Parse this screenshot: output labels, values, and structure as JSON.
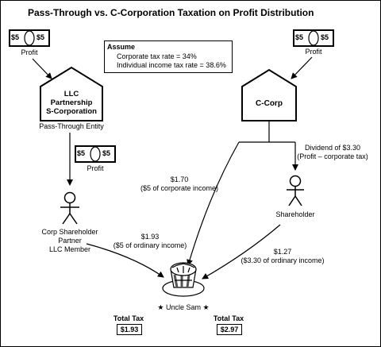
{
  "title": "Pass-Through vs. C-Corporation Taxation on Profit Distribution",
  "assume": {
    "heading": "Assume",
    "line1": "Corporate tax rate = 34%",
    "line2": "Individual income tax rate = 38.6%"
  },
  "bills": {
    "amount": "$5"
  },
  "profit_label": "Profit",
  "pass_through": {
    "house_lines": [
      "LLC",
      "Partnership",
      "S-Corporation"
    ],
    "caption": "Pass-Through Entity",
    "owner_lines": [
      "Corp Shareholder",
      "Partner",
      "LLC Member"
    ],
    "tax_lines": [
      "$1.93",
      "($5 of ordinary income)"
    ],
    "total_label": "Total Tax",
    "total_value": "$1.93"
  },
  "c_corp": {
    "house_label": "C-Corp",
    "corp_tax_lines": [
      "$1.70",
      "($5 of corporate income)"
    ],
    "dividend_lines": [
      "Dividend of $3.30",
      "(Profit – corporate tax)"
    ],
    "shareholder_label": "Shareholder",
    "tax_lines": [
      "$1.27",
      "($3.30 of ordinary income)"
    ],
    "total_label": "Total Tax",
    "total_value": "$2.97"
  },
  "uncle_sam": {
    "label": "★ Uncle Sam ★"
  },
  "colors": {
    "ink": "#000000",
    "paper": "#ffffff",
    "hat_stripe": "#555555"
  }
}
